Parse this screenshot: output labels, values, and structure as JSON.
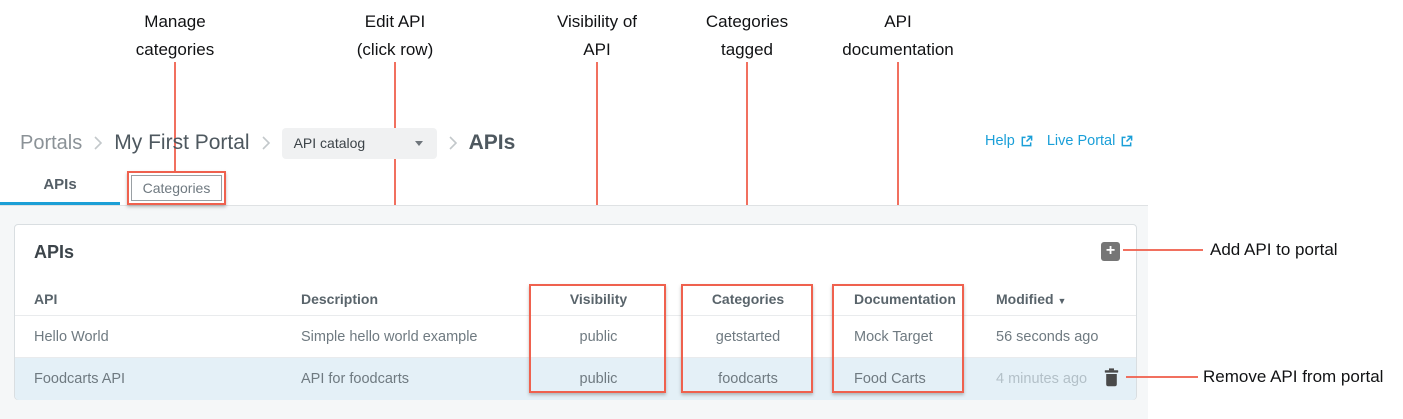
{
  "annotations": {
    "manage_categories": "Manage\ncategories",
    "edit_api": "Edit API\n(click row)",
    "visibility_of_api": "Visibility of\nAPI",
    "categories_tagged": "Categories\ntagged",
    "api_documentation": "API\ndocumentation",
    "add_api": "Add API to portal",
    "remove_api": "Remove API from portal",
    "line_color": "#ef614e"
  },
  "breadcrumb": {
    "portals": "Portals",
    "portal_name": "My First Portal",
    "dropdown_value": "API catalog",
    "current": "APIs"
  },
  "header_links": {
    "help": "Help",
    "live_portal": "Live Portal",
    "link_color": "#1a9fd8"
  },
  "tabs": {
    "apis": "APIs",
    "categories": "Categories",
    "active_underline_color": "#1b9fd6"
  },
  "panel": {
    "title": "APIs",
    "add_button": "+"
  },
  "table": {
    "columns": [
      "API",
      "Description",
      "Visibility",
      "Categories",
      "Documentation",
      "Modified"
    ],
    "sort_indicator": "▼",
    "rows": [
      {
        "api": "Hello World",
        "description": "Simple hello world example",
        "visibility": "public",
        "categories": "getstarted",
        "documentation": "Mock Target",
        "modified": "56 seconds ago"
      },
      {
        "api": "Foodcarts API",
        "description": "API for foodcarts",
        "visibility": "public",
        "categories": "foodcarts",
        "documentation": "Food Carts",
        "modified": "4 minutes ago"
      }
    ],
    "row_highlight_color": "#e4f0f7"
  }
}
